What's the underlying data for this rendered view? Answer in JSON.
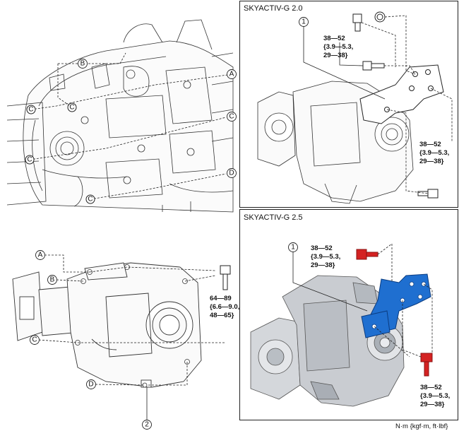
{
  "panels": {
    "g20": {
      "title": "SKYACTIV-G 2.0"
    },
    "g25": {
      "title": "SKYACTIV-G 2.5"
    }
  },
  "callouts": {
    "A": "A",
    "B": "B",
    "C": "C",
    "D": "D",
    "one": "1",
    "two": "2"
  },
  "torque": {
    "g20_top": [
      "38—52",
      "{3.9—5.3,",
      "29—38}"
    ],
    "g20_right": [
      "38—52",
      "{3.9—5.3,",
      "29—38}"
    ],
    "g25_top": [
      "38—52",
      "{3.9—5.3,",
      "29—38}"
    ],
    "g25_bottom": [
      "38—52",
      "{3.9—5.3,",
      "29—38}"
    ],
    "left": [
      "64—89",
      "{6.6—9.0,",
      "48—65}"
    ]
  },
  "units_note": "N·m {kgf·m, ft·lbf}",
  "colors": {
    "bracket_blue": "#1f6fd0",
    "bolt_red": "#d42222",
    "line": "#222222"
  }
}
